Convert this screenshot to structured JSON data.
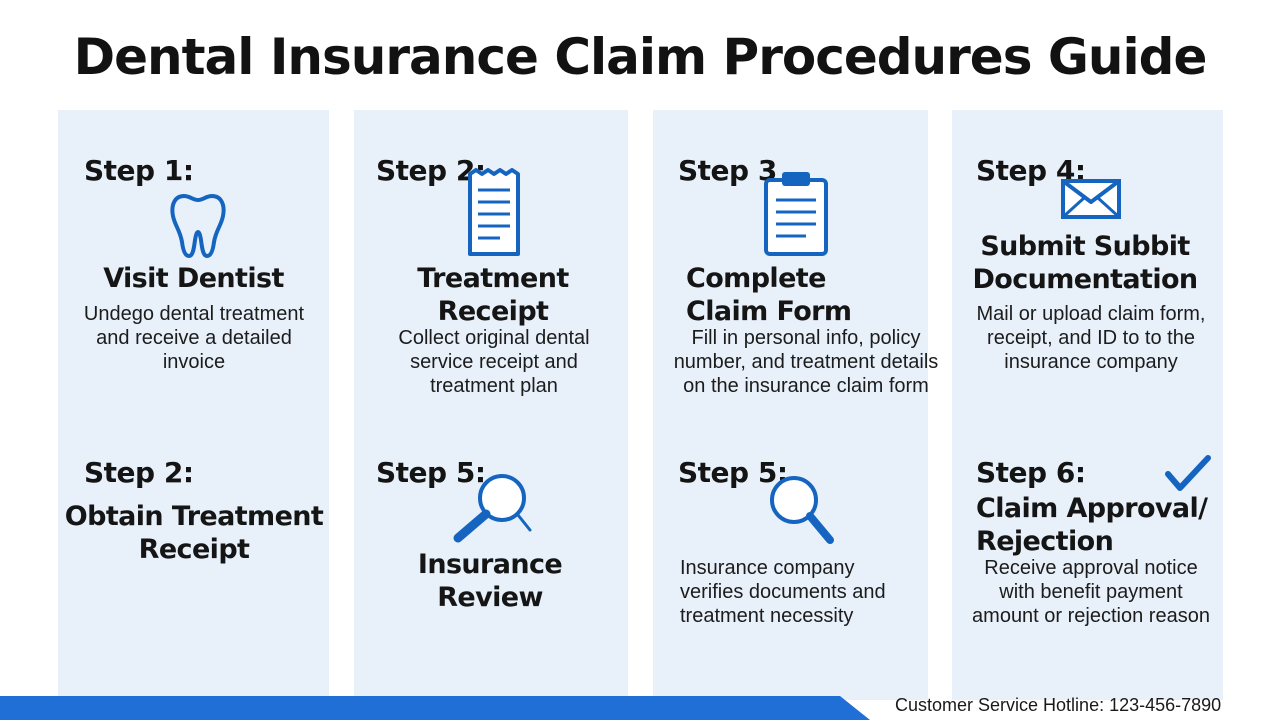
{
  "title": "Dental Insurance Claim Procedures Guide",
  "colors": {
    "accent": "#1f6fd6",
    "panel": "#e8f0fa",
    "icon": "#1565c0"
  },
  "steps": [
    {
      "label": "Step 1:",
      "icon": "tooth-icon",
      "title": "Visit Dentist",
      "description": "Undego dental treatment and receive a detailed invoice"
    },
    {
      "label": "Step 2:",
      "icon": "receipt-icon",
      "title": "Treatment Receipt",
      "description": "Collect original dental service receipt and treatment plan"
    },
    {
      "label": "Step 3",
      "icon": "clipboard-icon",
      "title": "Complete Claim Form",
      "description": "Fill in personal info, policy number, and treatment details on the insurance claim form"
    },
    {
      "label": "Step 4:",
      "icon": "envelope-icon",
      "title": "Submit Subbit Documentation",
      "description": "Mail or upload claim form, receipt, and ID to to the insurance company"
    },
    {
      "label": "Step 2:",
      "title": "Obtain Treatment Receipt"
    },
    {
      "label": "Step 5:",
      "icon": "magnifier-icon",
      "title": "Insurance Review"
    },
    {
      "label": "Step 5:",
      "icon": "magnifier-icon",
      "description": "Insurance company verifies documents and treatment necessity"
    },
    {
      "label": "Step 6:",
      "icon": "checkmark-icon",
      "title": "Claim Approval/ Rejection",
      "description": "Receive approval notice with benefit payment amount or rejection reason"
    }
  ],
  "footer": {
    "text": "Customer Service Hotline: 123-456-7890"
  }
}
